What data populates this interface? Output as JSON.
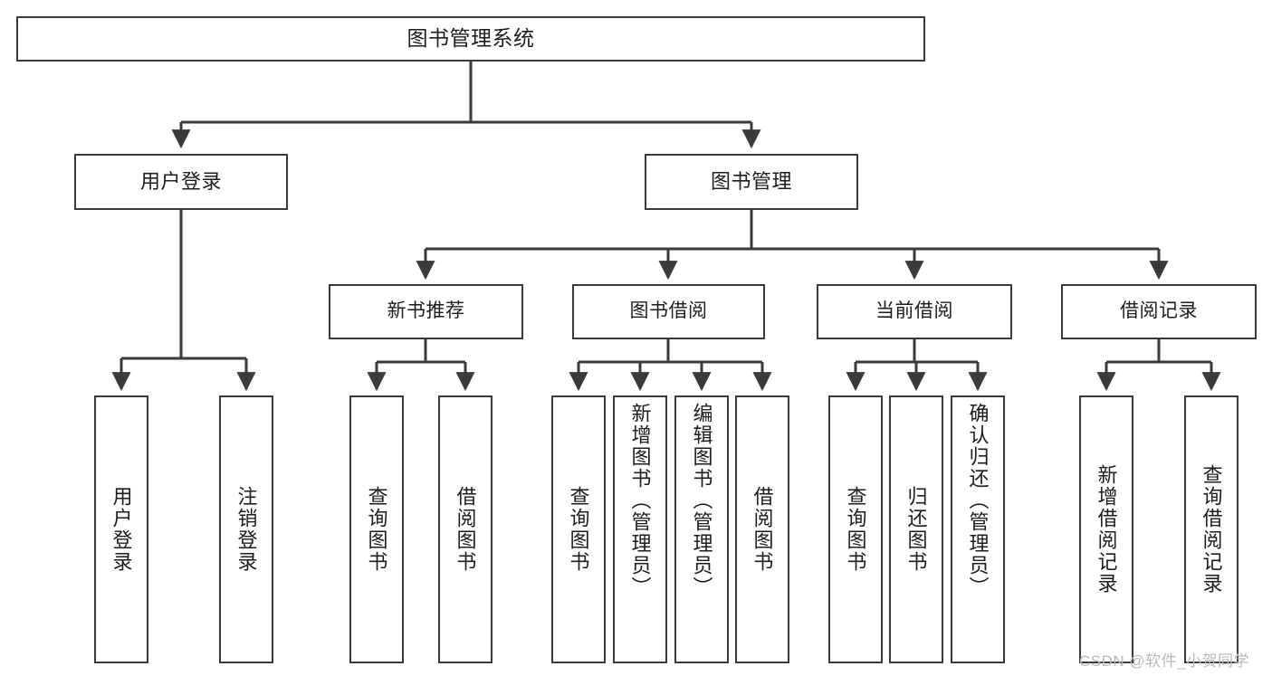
{
  "diagram": {
    "title": "图书管理系统",
    "type": "hierarchy-tree",
    "colors": {
      "stroke": "#3a3a3a",
      "fill": "#ffffff",
      "text": "#1d1d1d",
      "watermark": "#b9b9b9"
    },
    "root": {
      "label": "图书管理系统"
    },
    "level2": [
      {
        "label": "用户登录"
      },
      {
        "label": "图书管理"
      }
    ],
    "level3": [
      {
        "label": "新书推荐"
      },
      {
        "label": "图书借阅"
      },
      {
        "label": "当前借阅"
      },
      {
        "label": "借阅记录"
      }
    ],
    "leaves": {
      "user_login": [
        {
          "label": "用户登录"
        },
        {
          "label": "注销登录"
        }
      ],
      "new_book": [
        {
          "label": "查询图书"
        },
        {
          "label": "借阅图书"
        }
      ],
      "book_borrow": [
        {
          "label": "查询图书"
        },
        {
          "label": "新增图书（管理员）"
        },
        {
          "label": "编辑图书（管理员）"
        },
        {
          "label": "借阅图书"
        }
      ],
      "current_borrow": [
        {
          "label": "查询图书"
        },
        {
          "label": "归还图书"
        },
        {
          "label": "确认归还（管理员）"
        }
      ],
      "borrow_record": [
        {
          "label": "新增借阅记录"
        },
        {
          "label": "查询借阅记录"
        }
      ]
    }
  },
  "watermark": {
    "text": "CSDN @软件_小贺同学"
  }
}
